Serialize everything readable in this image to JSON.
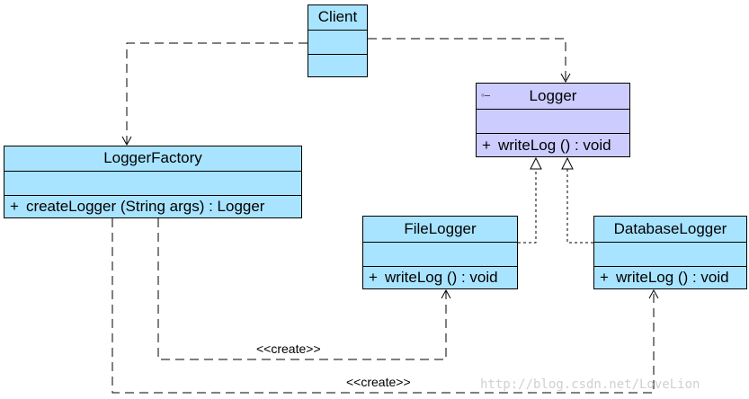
{
  "classes": {
    "client": {
      "name": "Client"
    },
    "logger": {
      "name": "Logger",
      "stereotype_icon": "interface-lollipop-icon",
      "operations": [
        {
          "visibility": "+",
          "signature": "writeLog () : void"
        }
      ]
    },
    "logger_factory": {
      "name": "LoggerFactory",
      "operations": [
        {
          "visibility": "+",
          "signature": "createLogger (String args) : Logger"
        }
      ]
    },
    "file_logger": {
      "name": "FileLogger",
      "operations": [
        {
          "visibility": "+",
          "signature": "writeLog () : void"
        }
      ]
    },
    "database_logger": {
      "name": "DatabaseLogger",
      "operations": [
        {
          "visibility": "+",
          "signature": "writeLog () : void"
        }
      ]
    }
  },
  "relationships": [
    {
      "from": "Client",
      "to": "Logger",
      "type": "dependency",
      "label": ""
    },
    {
      "from": "Client",
      "to": "LoggerFactory",
      "type": "dependency",
      "label": ""
    },
    {
      "from": "FileLogger",
      "to": "Logger",
      "type": "realization",
      "label": ""
    },
    {
      "from": "DatabaseLogger",
      "to": "Logger",
      "type": "realization",
      "label": ""
    },
    {
      "from": "LoggerFactory",
      "to": "FileLogger",
      "type": "dependency",
      "label": "<<create>>"
    },
    {
      "from": "LoggerFactory",
      "to": "DatabaseLogger",
      "type": "dependency",
      "label": "<<create>>"
    }
  ],
  "watermark": "http://blog.csdn.net/LoveLion",
  "colors": {
    "class_fill": "#a8e4ff",
    "interface_fill": "#ccccff",
    "line": "#000000",
    "watermark": "#d0d0d0"
  }
}
